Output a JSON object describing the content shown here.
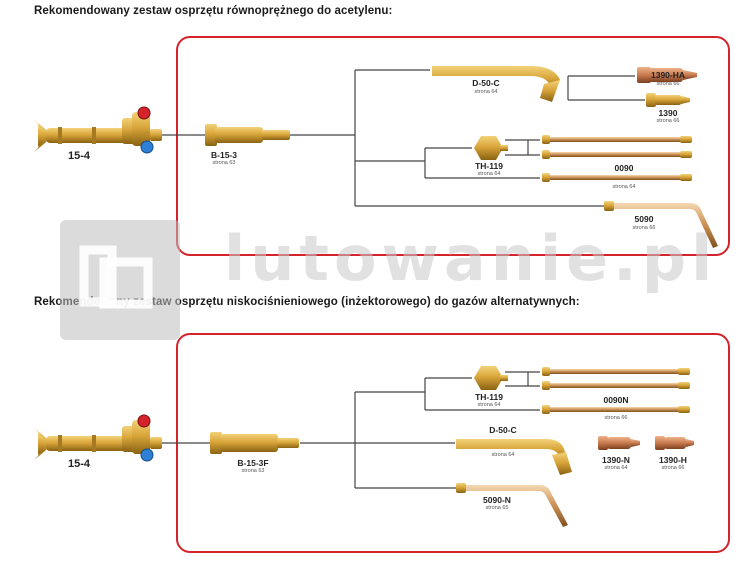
{
  "section1": {
    "heading": "Rekomendowany zestaw osprzętu równoprężnego do acetylenu:",
    "torch": {
      "name": "15-4"
    },
    "connector": {
      "name": "B-15-3",
      "ref": "strona 63"
    },
    "items": {
      "d50c": {
        "name": "D-50-C",
        "ref": "strona 64"
      },
      "n1390ha": {
        "name": "1390-HA",
        "ref": "strona 66"
      },
      "n1390": {
        "name": "1390",
        "ref": "strona 66"
      },
      "th119": {
        "name": "TH-119",
        "ref": "strona 64"
      },
      "n0090": {
        "name": "0090",
        "ref": "strona 64"
      },
      "n5090": {
        "name": "5090",
        "ref": "strona 66"
      }
    }
  },
  "section2": {
    "heading": "Rekomendowany zestaw osprzętu niskociśnieniowego (inżektorowego) do gazów alternatywnych:",
    "torch": {
      "name": "15-4"
    },
    "connector": {
      "name": "B-15-3F",
      "ref": "strona 63"
    },
    "items": {
      "th119": {
        "name": "TH-119",
        "ref": "strona 64"
      },
      "n0090n": {
        "name": "0090N",
        "ref": "strona 66"
      },
      "d50c": {
        "name": "D-50-C",
        "ref": "strona 64"
      },
      "n1390n": {
        "name": "1390-N",
        "ref": "strona 64"
      },
      "n1390h": {
        "name": "1390-H",
        "ref": "strona 66"
      },
      "n5090n": {
        "name": "5090-N",
        "ref": "strona 65"
      }
    }
  },
  "watermark": {
    "text": "lutowanie.pl"
  },
  "colors": {
    "frame": "#d4232b",
    "brass": "#d9a63a",
    "copper": "#c77a4e",
    "line": "#444444"
  }
}
